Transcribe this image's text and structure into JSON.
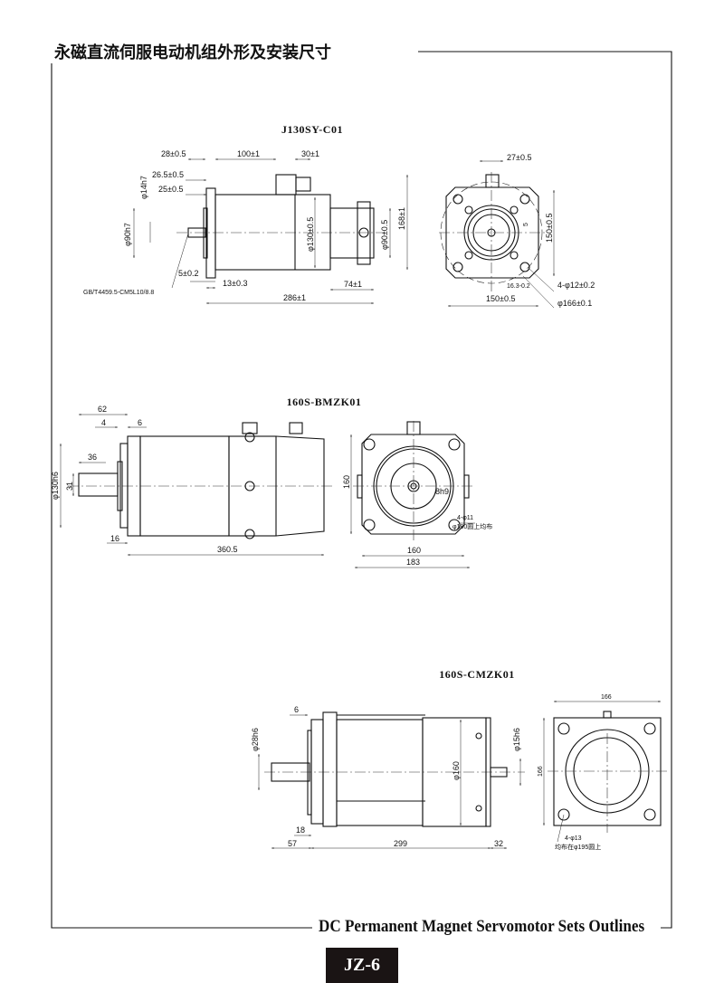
{
  "header": {
    "title": "永磁直流伺服电动机组外形及安装尺寸"
  },
  "footer": {
    "title": "DC Permanent Magnet Servomotor Sets Outlines",
    "page_code": "JZ-6"
  },
  "drawings": [
    {
      "model": "J130SY-C01",
      "side_dims": {
        "d1": "28±0.5",
        "d2": "100±1",
        "d3": "30±1",
        "d4": "26.5±0.5",
        "d5": "25±0.5",
        "d6": "φ14h7",
        "d7": "φ90h7",
        "d8": "φ130±0.5",
        "d9": "φ90±0.5",
        "d10": "168±1",
        "d11": "5±0.2",
        "d12": "13±0.3",
        "d13": "74±1",
        "d14": "286±1",
        "thread": "GB/T4459.5-CM5L10/8.8"
      },
      "end_dims": {
        "e1": "27±0.5",
        "e2": "150±0.5",
        "e3": "5",
        "e4": "16.3-0.2",
        "e5": "150±0.5",
        "e6": "4-φ12±0.2",
        "e7": "φ166±0.1"
      }
    },
    {
      "model": "160S-BMZK01",
      "side_dims": {
        "d1": "62",
        "d2": "4",
        "d3": "6",
        "d4": "36",
        "d5": "31",
        "d6": "φ130h6",
        "d7": "16",
        "d8": "360.5"
      },
      "end_dims": {
        "e1": "160",
        "e2": "8h9",
        "e3": "4-φ11",
        "e4": "φ180圆上均布",
        "e5": "160",
        "e6": "183"
      }
    },
    {
      "model": "160S-CMZK01",
      "side_dims": {
        "d1": "6",
        "d2": "φ28h6",
        "d3": "φ160",
        "d4": "φ15h6",
        "d5": "18",
        "d6": "57",
        "d7": "299",
        "d8": "32"
      },
      "end_dims": {
        "e1": "166",
        "e2": "166",
        "e3": "4-φ13",
        "e4": "均布在φ195圆上"
      }
    }
  ]
}
